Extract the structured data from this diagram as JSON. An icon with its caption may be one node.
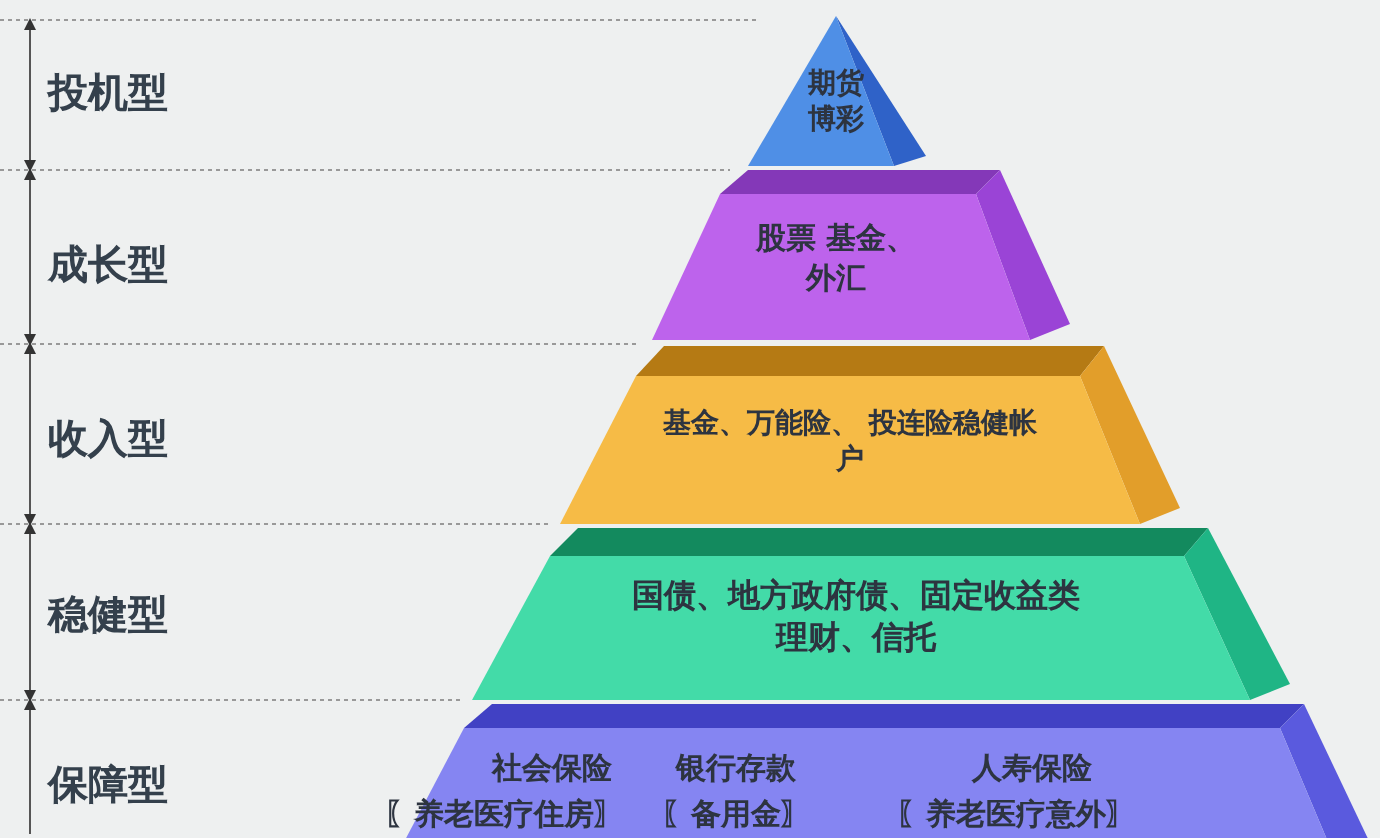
{
  "diagram": {
    "nodes": [
      {
        "text": [
          "期货博彩"
        ]
      },
      {
        "text": [
          "股票 基金、外汇"
        ]
      },
      {
        "text": [
          "基金、万能险、 投连险稳健帐户"
        ]
      },
      {
        "text": [
          "国债、地方政府债、固定收益类理财、信托"
        ]
      },
      {
        "text": [
          "社会保险",
          "银行存款",
          "人寿保险",
          "〖养老医疗住房〗",
          "〖备用金〗",
          "〖养老医疗意外〗"
        ]
      }
    ],
    "labels": [
      "投机型",
      "成长型",
      "收入型",
      "稳健型",
      "保障型"
    ]
  }
}
